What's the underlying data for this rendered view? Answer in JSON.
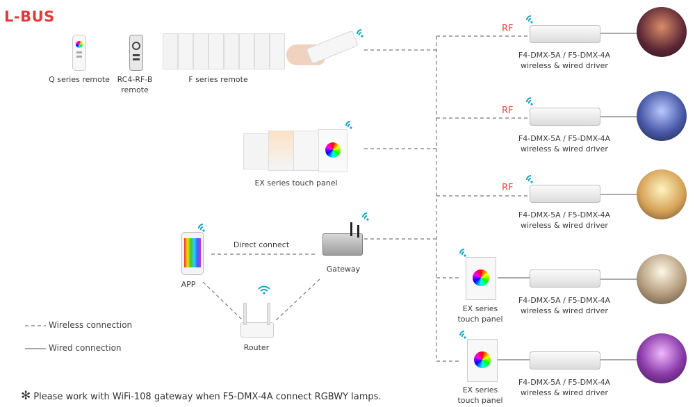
{
  "brand": {
    "logo_text": "L-BUS",
    "logo_color": "#e23a3a"
  },
  "colors": {
    "rf": "#e8433f",
    "wifi": "#1aa6c8",
    "line": "#777777"
  },
  "remotes": {
    "q_series": "Q series remote",
    "rc4_line1": "RC4-RF-B",
    "rc4_line2": "remote",
    "f_series": "F series remote"
  },
  "ex_panel_group": "EX series touch panel",
  "app": {
    "label": "APP",
    "direct_connect": "Direct connect"
  },
  "gateway": {
    "label": "Gateway"
  },
  "router": {
    "label": "Router"
  },
  "legend": {
    "wireless": "Wireless connection",
    "wired": "Wired connection"
  },
  "rf_label": "RF",
  "drivers": [
    {
      "name": "F4-DMX-5A / F5-DMX-4A",
      "desc": "wireless & wired driver"
    },
    {
      "name": "F4-DMX-5A / F5-DMX-4A",
      "desc": "wireless & wired driver"
    },
    {
      "name": "F4-DMX-5A / F5-DMX-4A",
      "desc": "wireless & wired driver"
    },
    {
      "name": "F4-DMX-5A / F5-DMX-4A",
      "desc": "wireless & wired driver"
    },
    {
      "name": "F4-DMX-5A / F5-DMX-4A",
      "desc": "wireless & wired driver"
    }
  ],
  "ex_panel_single": {
    "line1": "EX series",
    "line2": "touch panel"
  },
  "note": {
    "symbol": "✻",
    "text": "Please work with WiFi-108 gateway when F5-DMX-4A connect RGBWY lamps."
  }
}
